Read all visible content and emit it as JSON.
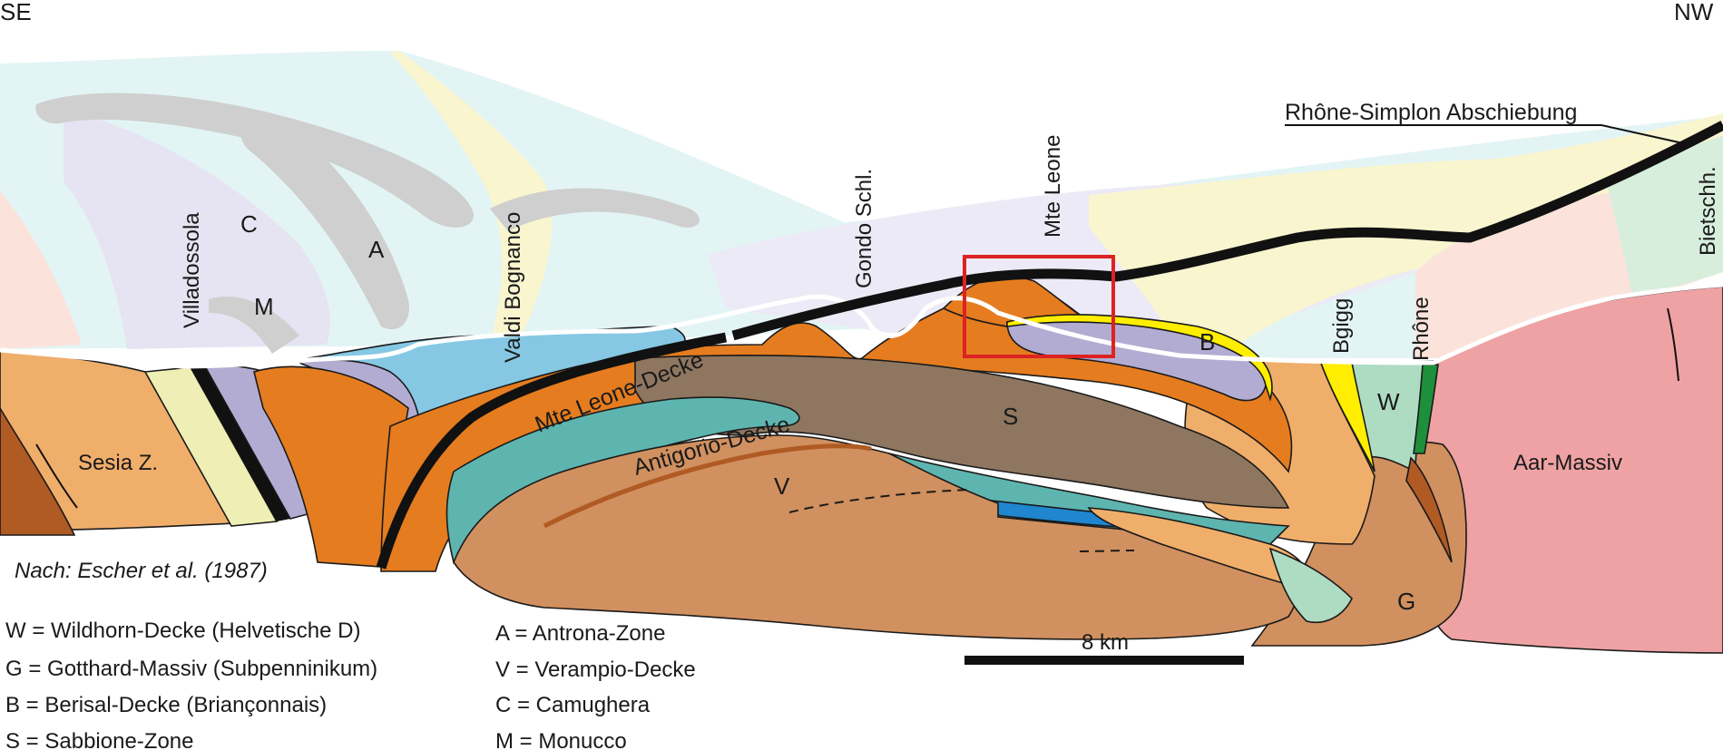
{
  "orientation": {
    "left": "SE",
    "right": "NW"
  },
  "units": {
    "C": "C",
    "A": "A",
    "M": "M",
    "S": "S",
    "V": "V",
    "B": "B",
    "W": "W",
    "G": "G"
  },
  "places": {
    "villadossola": "Villadossola",
    "valdi_bognanco": "Valdi Bognanco",
    "gondo": "Gondo Schl.",
    "mte_leone": "Mte Leone",
    "bgigg": "Bgigg",
    "rhone": "Rhône",
    "bietschh": "Bietschh."
  },
  "structures": {
    "rhone_simplon": "Rhône-Simplon Abschiebung",
    "mte_leone_decke": "Mte Leone-Decke",
    "antigorio_decke": "Antigorio-Decke",
    "sesia": "Sesia Z.",
    "aar": "Aar-Massiv"
  },
  "credit": "Nach: Escher et al. (1987)",
  "scale_bar": {
    "label": "8 km"
  },
  "legend_left": [
    "W = Wildhorn-Decke (Helvetische D)",
    "G  = Gotthard-Massiv (Subpenninikum)",
    "B  = Berisal-Decke (Briançonnais)",
    "S  = Sabbione-Zone"
  ],
  "legend_right": [
    "A = Antrona-Zone",
    "V = Verampio-Decke",
    "C = Camughera",
    "M = Monucco"
  ],
  "colors": {
    "faded_lightblue": "#e3f4f5",
    "faded_lilac": "#eceaf6",
    "faded_yellow": "#f9f5cf",
    "faded_grey": "#cfcfcf",
    "orange": "#e57c1f",
    "tan": "#f0ae6b",
    "brown_light": "#d1905f",
    "brown_dark": "#8e7660",
    "teal": "#5eb5b0",
    "lightblue": "#86c8e3",
    "lavender": "#b3acd2",
    "pink": "#eea2a4",
    "mint": "#aedcc3",
    "yellow": "#ffee00",
    "green": "#1e8f3b",
    "rust": "#b05a24",
    "paleyellow": "#efeeb4",
    "highlight": "#dd2222",
    "black": "#111111"
  }
}
